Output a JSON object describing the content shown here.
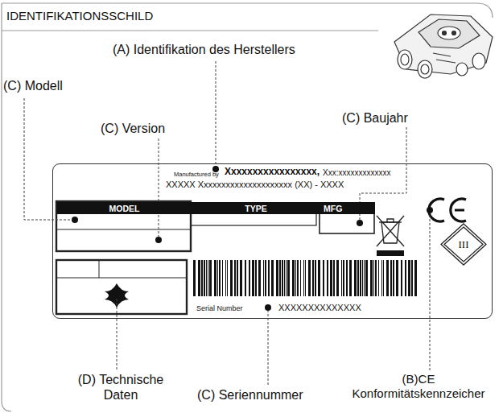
{
  "diagram": {
    "title": "IDENTIFIKATIONSSCHILD",
    "nodes": [
      {
        "text": [
          "Manufactured by",
          "Xxxxxxxxxxxxxxxxx,",
          "Xxx:xxxxxxxxxxxxx",
          "XXXXX Xxxxxxxxxxxxxxxxxxxxx (XX) - XXXX",
          "Serial Number",
          "XXXXXXXXXXXXXX"
        ]
      },
      {
        "text": [
          "MODEL"
        ],
        "in": 0
      },
      {
        "text": [
          "TYPE"
        ],
        "in": 0
      },
      {
        "text": [
          "MFG"
        ],
        "in": 0
      },
      {
        "text": [
          "III"
        ],
        "in": 0
      }
    ],
    "labels": [
      "(A) Identifikation des Herstellers",
      "(C) Modell",
      "(C) Version",
      "(C) Baujahr",
      "(D) Technische Daten",
      "(C) Seriennummer",
      "(B)CE Konformitätskennzeicher"
    ]
  }
}
